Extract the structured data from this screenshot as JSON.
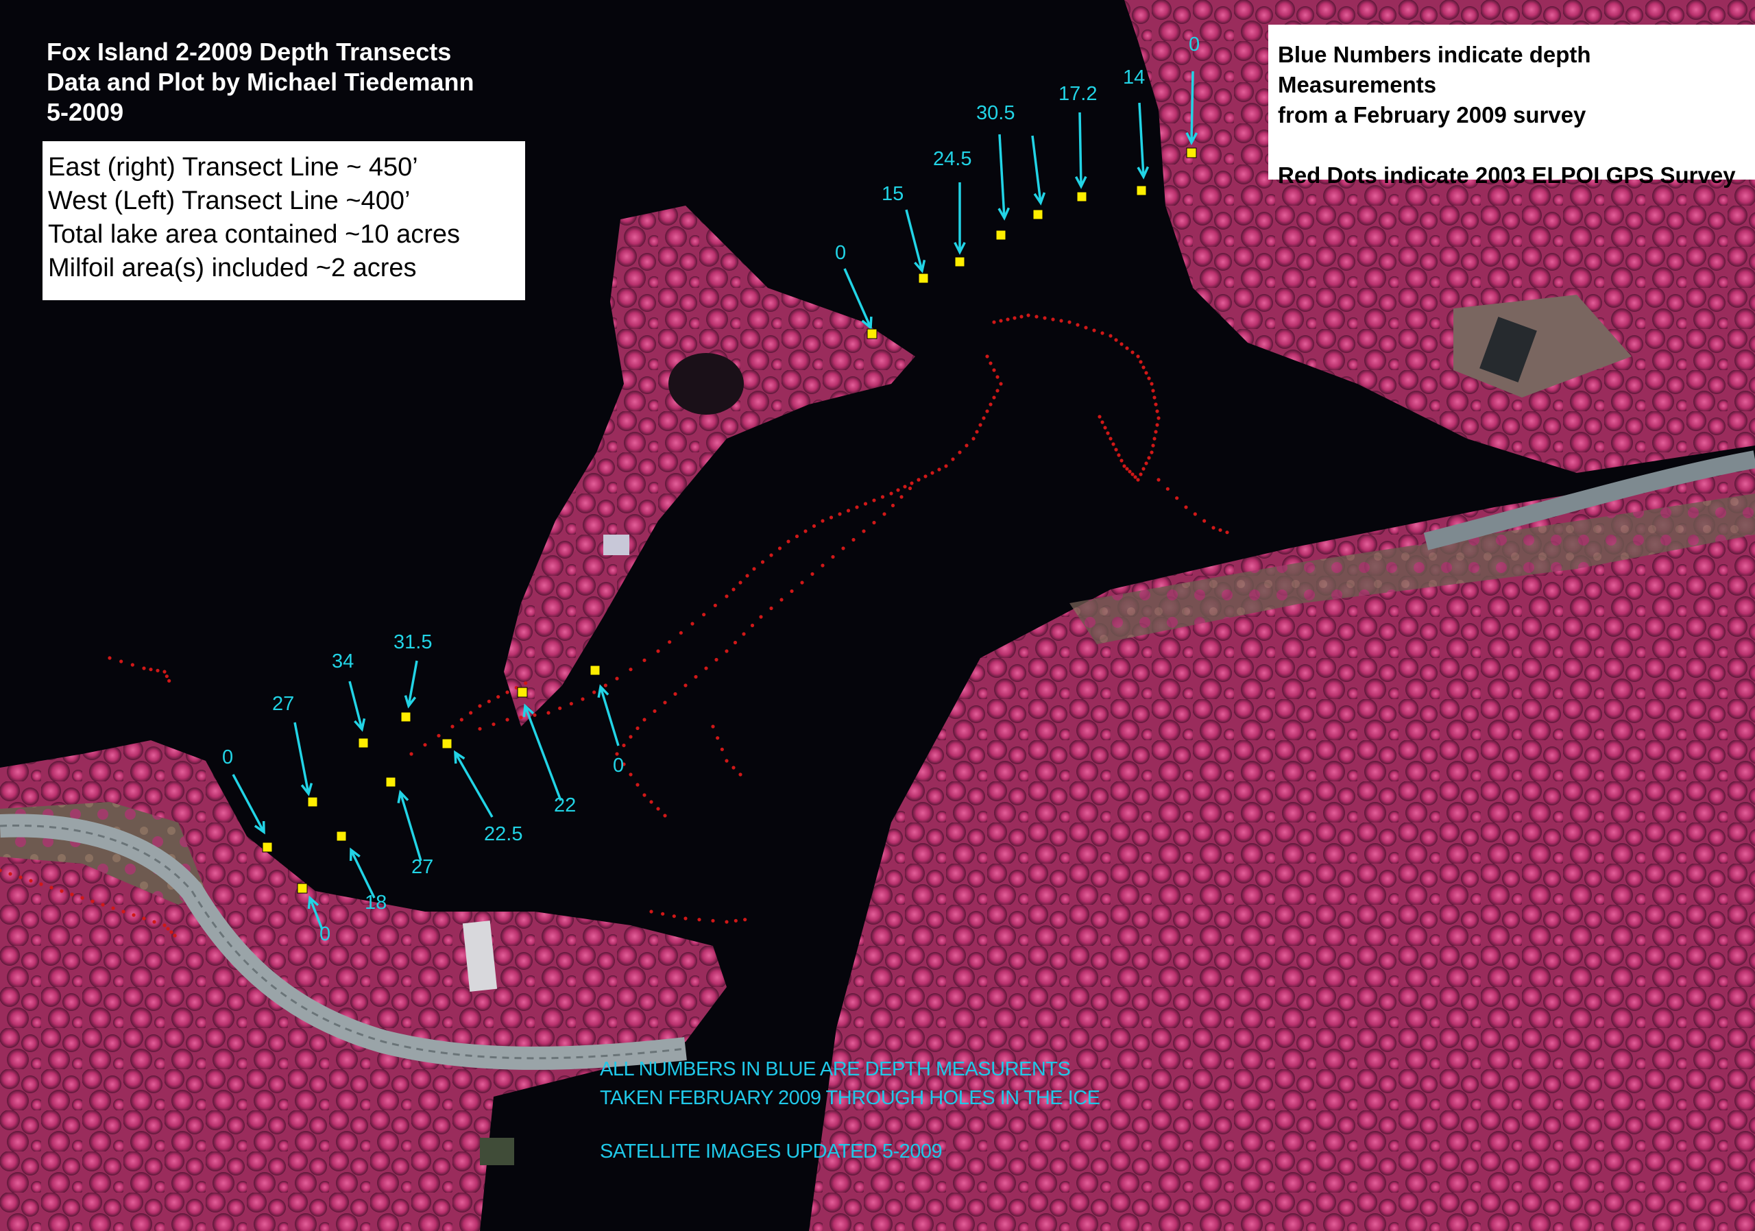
{
  "title": {
    "line1": "Fox Island 2-2009  Depth Transects",
    "line2": "Data and Plot by Michael Tiedemann",
    "line3": "5-2009"
  },
  "stats": [
    "East (right) Transect Line ~ 450’",
    "West (Left) Transect Line ~400’",
    "Total lake area contained ~10 acres",
    "Milfoil area(s) included ~2 acres"
  ],
  "legend": {
    "line1": "Blue Numbers indicate depth Measurements",
    "line2": "from a February 2009 survey",
    "line3": "Red Dots indicate 2003 ELPOI GPS Survey"
  },
  "notes": {
    "line1": "ALL NUMBERS IN BLUE ARE DEPTH MEASURENTS",
    "line2": "TAKEN FEBRUARY 2009 THROUGH HOLES IN THE ICE",
    "line3": "SATELLITE IMAGES UPDATED 5-2009"
  },
  "colors": {
    "depth_label": "#22d4e6",
    "sample_marker": "#ffee00",
    "gps_dot": "#d01818",
    "water": "#04040a",
    "vegetation": "#c23a78"
  },
  "depth_labels": {
    "east": [
      "0",
      "15",
      "24.5",
      "30.5",
      "17.2",
      "14",
      "0"
    ],
    "west": [
      "0",
      "27",
      "34",
      "31.5",
      "22",
      "0",
      "22.5",
      "27",
      "18",
      "0"
    ]
  }
}
